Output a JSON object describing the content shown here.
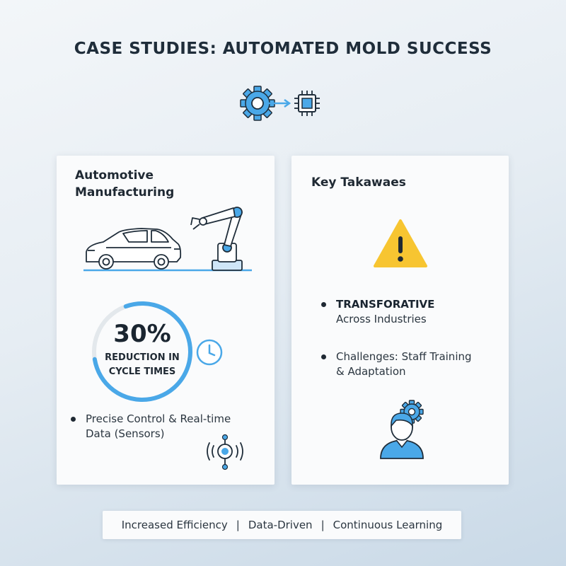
{
  "header": {
    "title": "CASE STUDIES: AUTOMATED MOLD SUCCESS"
  },
  "left_card": {
    "title": "Automotive Manufacturing",
    "stat": {
      "value": "30%",
      "label_line1": "REDUCTION IN",
      "label_line2": "CYCLE TIMES",
      "progress": 0.78
    },
    "bullet": {
      "line1": "Precise Control & Real-time",
      "line2": "Data (Sensors)"
    }
  },
  "right_card": {
    "title": "Key Takawaes",
    "bullets": [
      {
        "line1": "TRANSFORATIVE",
        "line2": "Across Industries"
      },
      {
        "line1": "Challenges: Staff Training",
        "line2": "& Adaptation"
      }
    ]
  },
  "footer": {
    "items": [
      "Increased Efficiency",
      "Data-Driven",
      "Continuous Learning"
    ],
    "separator": "|"
  },
  "colors": {
    "accent_blue": "#4aa8e8",
    "dark_navy": "#1f2d3a",
    "warning_yellow": "#f7c531",
    "card_bg": "#fafbfc"
  },
  "icons": [
    "gear-icon",
    "arrow-right-icon",
    "chip-icon",
    "car-icon",
    "robot-arm-icon",
    "clock-icon",
    "sensor-icon",
    "warning-icon",
    "person-gear-icon"
  ]
}
